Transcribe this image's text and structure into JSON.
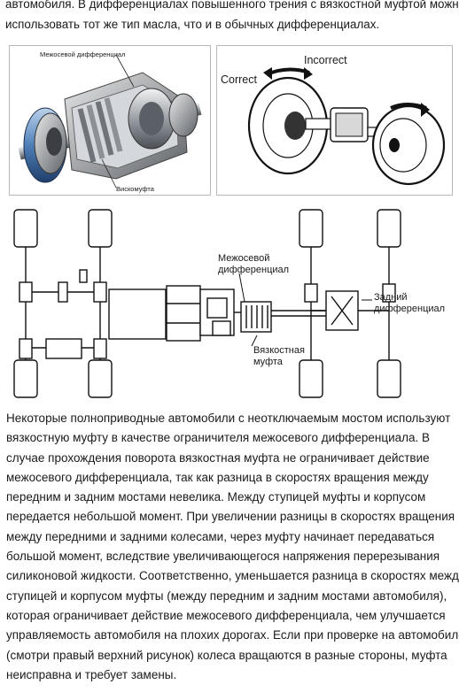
{
  "intro": {
    "line1": "автомобиля. В дифференциалах повышенного трения с вязкостной муфтой можно",
    "line2": "использовать тот же тип масла, что и в обычных дифференциалах."
  },
  "figure_left": {
    "label_center_diff": "Межосевой дифференциал",
    "label_viscous": "Вискомуфта"
  },
  "figure_right": {
    "label_correct": "Correct",
    "label_incorrect": "Incorrect"
  },
  "figure_chassis": {
    "label_center_diff_line1": "Межосевой",
    "label_center_diff_line2": "дифференциал",
    "label_rear_diff_line1": "Задний",
    "label_rear_diff_line2": "дифференциал",
    "label_viscous_line1": "Вязкостная",
    "label_viscous_line2": "муфта"
  },
  "paragraph": {
    "lines": [
      "Некоторые полноприводные автомобили с неотключаемым мостом используют",
      "вязкостную муфту в качестве ограничителя межосевого дифференциала. В",
      "случае прохождения поворота вязкостная муфта не ограничивает действие",
      "межосевого дифференциала, так как разница в скоростях вращения между",
      "передним и задним мостами невелика. Между ступицей муфты и корпусом",
      "передается небольшой момент. При увеличении разницы в скоростях вращения",
      "между передними и задними колесами, через муфту начинает передаваться",
      "большой момент, вследствие увеличивающегося напряжения перерезывания",
      "силиконовой жидкости. Соответственно, уменьшается разница в скоростях между",
      "ступицей и корпусом муфты (между передним и задним мостами автомобиля),",
      "которая ограничивает действие межосевого дифференциала, чем улучшается",
      "управляемость автомобиля на плохих дорогах. Если при проверке на автомобиле",
      "(смотри правый верхний рисунок) колеса вращаются в разные стороны, муфта",
      "неисправна и требует замены."
    ]
  }
}
